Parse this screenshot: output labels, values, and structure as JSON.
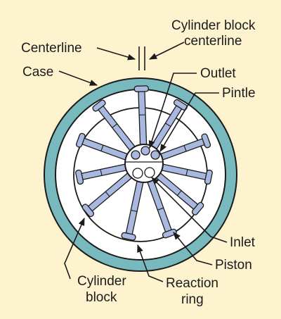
{
  "diagram": {
    "labels": {
      "centerline": "Centerline",
      "cylinder_block_centerline_line1": "Cylinder block",
      "cylinder_block_centerline_line2": "centerline",
      "case": "Case",
      "outlet": "Outlet",
      "pintle": "Pintle",
      "inlet": "Inlet",
      "piston": "Piston",
      "cylinder_block_line1": "Cylinder",
      "cylinder_block_line2": "block",
      "reaction_ring_line1": "Reaction",
      "reaction_ring_line2": "ring"
    },
    "colors": {
      "background": "#fdf3cf",
      "case": "#78b9be",
      "piston": "#a8b8de",
      "outline": "#1b1b1b",
      "fill": "#ffffff"
    }
  }
}
